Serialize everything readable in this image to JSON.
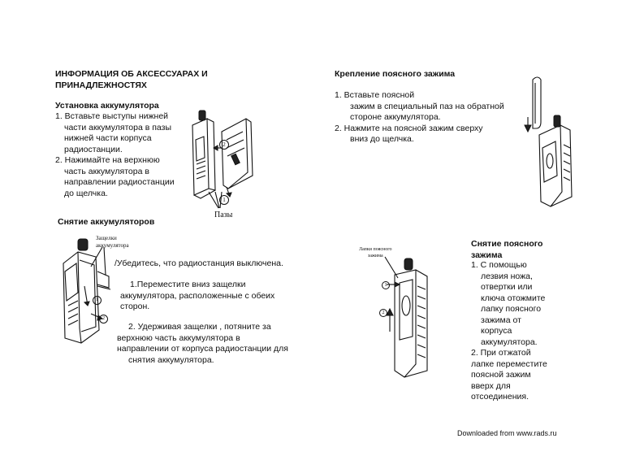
{
  "left": {
    "title_line1": "ИНФОРМАЦИЯ ОБ АКСЕССУАРАХ И",
    "title_line2": "ПРИНАДЛЕЖНОСТЯХ",
    "install": {
      "heading": "Установка аккумулятора",
      "lines": [
        "1. Вставьте выступы нижней",
        "части аккумулятора в пазы",
        "нижней части корпуса",
        "радиостанции.",
        "2. Нажимайте на верхнюю",
        "часть аккумулятора в",
        "направлении радиостанции",
        "до щелчка."
      ],
      "slots_label": "Пазы"
    },
    "remove": {
      "heading": "Снятие аккумуляторов",
      "latch_label_line1": "Защелки",
      "latch_label_line2": "аккумулятора",
      "check": "/Убедитесь, что радиостанция  выключена.",
      "step1_lines": [
        "1.Переместите вниз защелки",
        "аккумулятора, расположенные с обеих",
        "сторон."
      ],
      "step2_lines": [
        "2.  Удерживая защелки , потяните за",
        "верхнюю часть аккумулятора в",
        "направлении от корпуса радиостанции для",
        "снятия аккумулятора."
      ]
    }
  },
  "right": {
    "attach": {
      "heading": "Крепление поясного зажима",
      "lines": [
        "1.      Вставьте поясной",
        "зажим в специальный паз на обратной",
        "стороне аккумулятора.",
        "2.      Нажмите на поясной зажим сверху",
        "вниз до щелчка."
      ]
    },
    "detach": {
      "clip_label_line1": "Лапки поясного",
      "clip_label_line2": "зажима",
      "heading_line1": "Снятие поясного",
      "heading_line2": "зажима",
      "lines": [
        "1.   С помощью",
        "лезвия ножа,",
        "отвертки или",
        "ключа отожмите",
        "лапку поясного",
        "зажима от",
        "корпуса",
        "аккумулятора.",
        "2.   При отжатой",
        "лапке переместите",
        "поясной зажим",
        "вверх для",
        "отсоединения."
      ]
    }
  },
  "callouts": {
    "one": "1",
    "two": "2"
  },
  "footer": "Downloaded from  www.rads.ru"
}
